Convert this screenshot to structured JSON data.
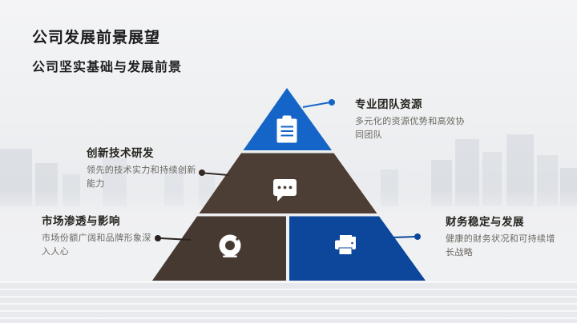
{
  "slide": {
    "title": "公司发展前景展望",
    "subtitle": "公司坚实基础与发展前景"
  },
  "pyramid": {
    "levels": [
      {
        "name": "top",
        "heading": "专业团队资源",
        "description": "多元化的资源优势和高效协同团队",
        "color": "#1565c8",
        "icon": "clipboard-icon",
        "label_side": "right"
      },
      {
        "name": "middle",
        "heading": "创新技术研发",
        "description": "领先的技术实力和持续创新能力",
        "color": "#4d3e35",
        "icon": "chat-bubble-icon",
        "label_side": "left"
      },
      {
        "name": "bottom-left",
        "heading": "市场渗透与影响",
        "description": "市场份额广阔和品牌形象深入人心",
        "color": "#463931",
        "icon": "webcam-icon",
        "label_side": "left"
      },
      {
        "name": "bottom-right",
        "heading": "财务稳定与发展",
        "description": "健康的财务状况和可持续增长战略",
        "color": "#0c479c",
        "icon": "printer-icon",
        "label_side": "right"
      }
    ]
  },
  "colors": {
    "title_text": "#1c1c1e",
    "heading_text": "#26241f",
    "description_text": "#6b6862",
    "accent_blue": "#1565c8",
    "accent_navy": "#0c479c",
    "accent_brown": "#4d3e35",
    "accent_dark_brown": "#463931",
    "background_top": "#f4f4f6",
    "background_bottom": "#f0f1f3"
  }
}
